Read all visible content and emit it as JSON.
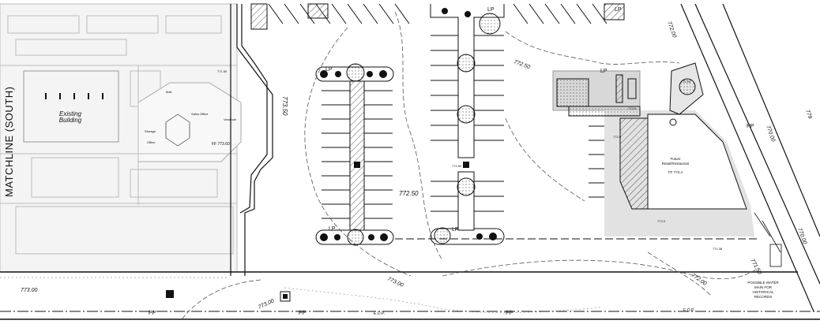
{
  "sheet": {
    "matchline": "MATCHLINE (SOUTH)"
  },
  "existing_building": {
    "name_line1": "Existing",
    "name_line2": "Building",
    "ff": "FF 773.60",
    "rooms": [
      "Sales Office",
      "Mail",
      "Storage",
      "Office",
      "Vestibule"
    ]
  },
  "future_building": {
    "line1": "Future",
    "line2": "Retail/Restaurant",
    "ff": "FF 772.4"
  },
  "contours": [
    "773.50",
    "772.50",
    "772.50",
    "773.00",
    "773.00",
    "773.00",
    "772.00",
    "771.50",
    "770.00",
    "772.00",
    "770.00",
    "779"
  ],
  "spot_elevations": [
    "771.50",
    "772.00",
    "772.5",
    "771.90",
    "771.38",
    "772.0",
    "772.0"
  ],
  "callouts": {
    "lp": "LP",
    "pp": "PP",
    "eop": "E.O.P.",
    "water_note_1": "POSSIBLE WATER",
    "water_note_2": "MAIN FOR",
    "water_note_3": "HISTORICAL",
    "water_note_4": "RECORDS"
  },
  "colors": {
    "linework": "#111111",
    "existing_gray": "#bdbdbd",
    "shaded_area": "#d8d8d8",
    "hatch": "#444444"
  }
}
